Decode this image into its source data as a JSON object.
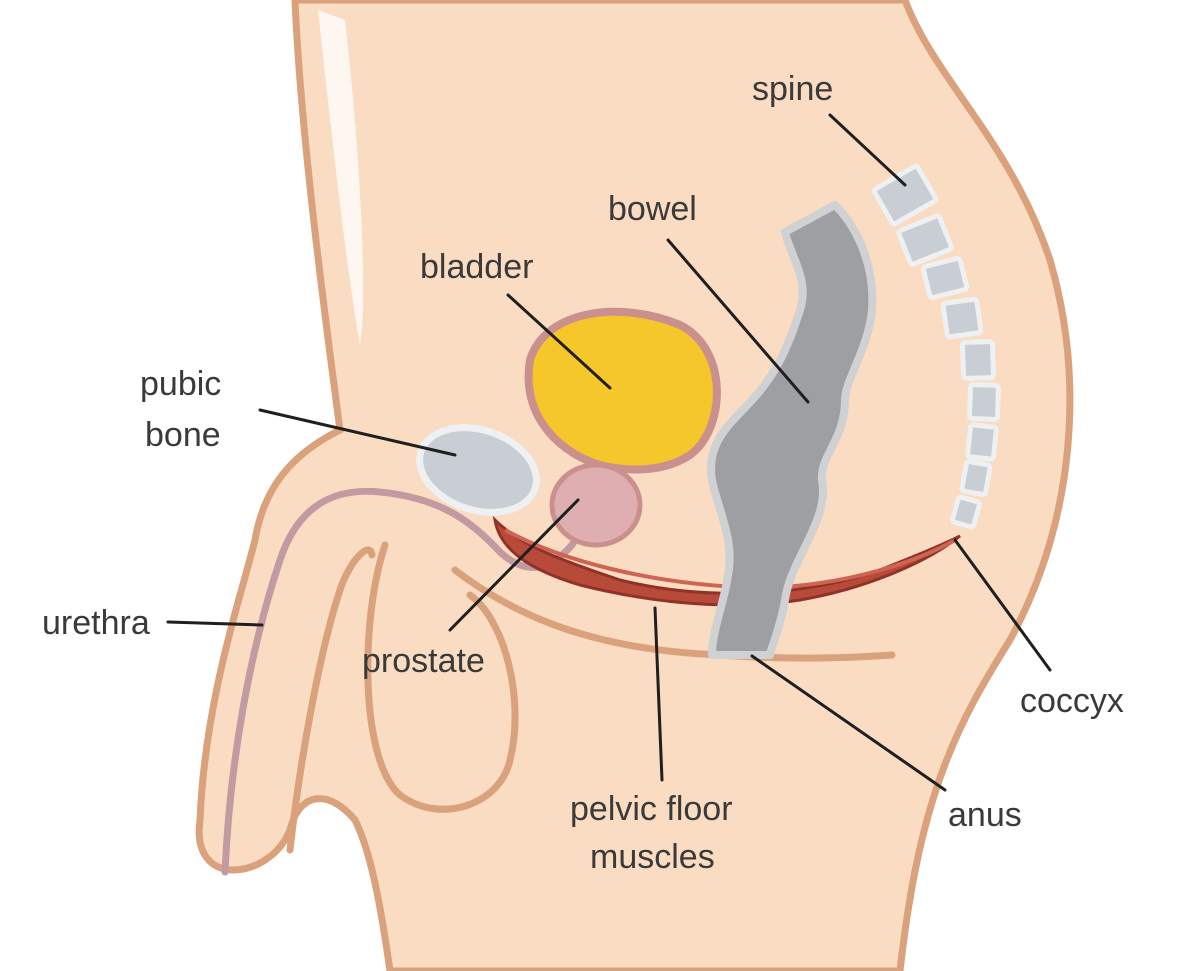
{
  "colors": {
    "skin": "#f9dcc1",
    "skin_outline": "#d9a27c",
    "bladder_fill": "#f6c72a",
    "bladder_outline": "#c9908e",
    "prostate_fill": "#dfaeb0",
    "muscle": "#b84a3a",
    "bowel_fill": "#9d9fa3",
    "bowel_outline": "#cfd1d3",
    "bone_fill": "#c9cdd4",
    "bone_outline": "#eef0f2",
    "urethra": "#c49aa2",
    "leader_line": "#1f1f1f",
    "label_text": "#3a3a3a"
  },
  "labels": {
    "spine": "spine",
    "bowel": "bowel",
    "bladder": "bladder",
    "pubic_bone_line1": "pubic",
    "pubic_bone_line2": "bone",
    "urethra": "urethra",
    "prostate": "prostate",
    "coccyx": "coccyx",
    "pelvic_floor_line1": "pelvic floor",
    "pelvic_floor_line2": "muscles",
    "anus": "anus"
  }
}
